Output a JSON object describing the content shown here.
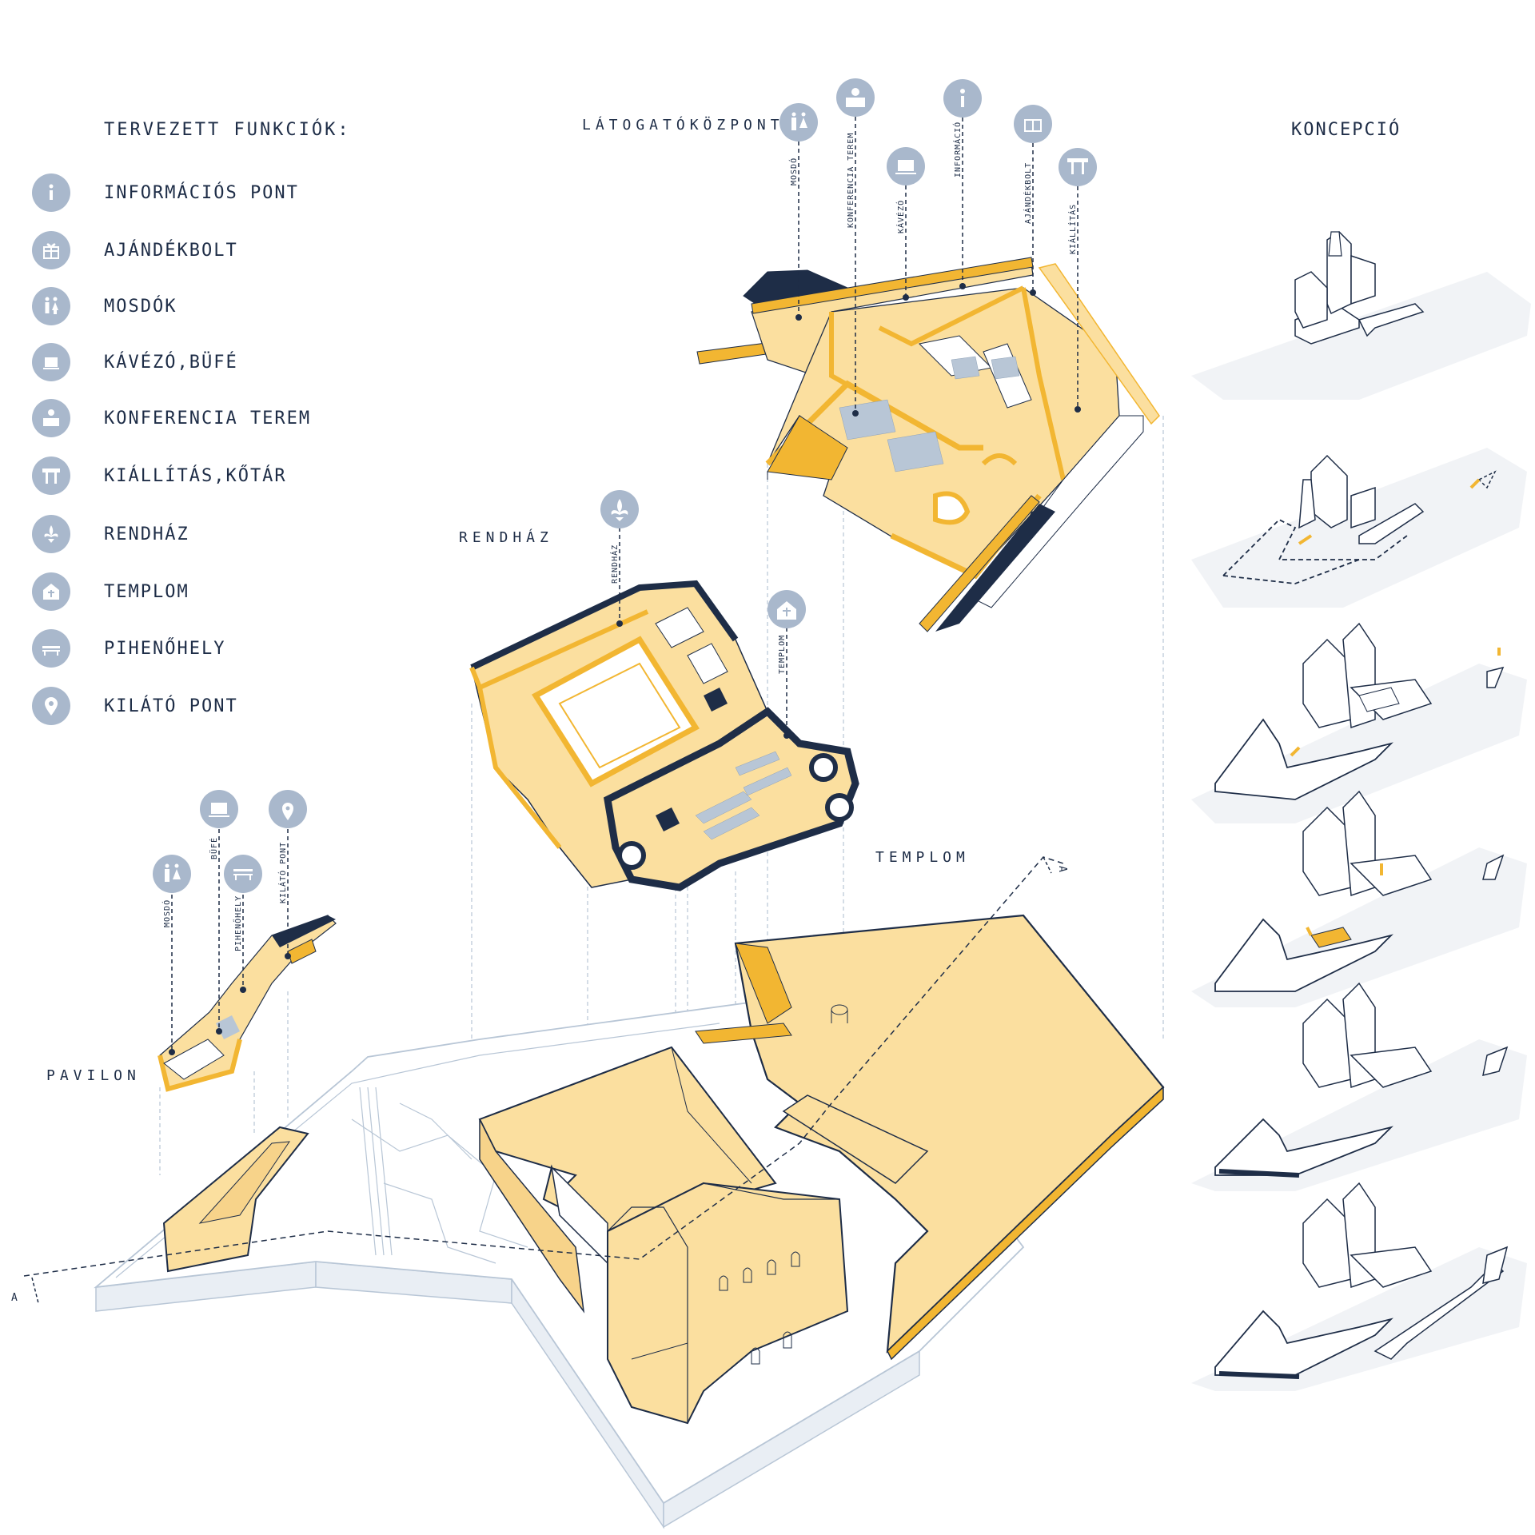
{
  "legend": {
    "title": "TERVEZETT FUNKCIÓK:",
    "items": [
      {
        "label": "INFORMÁCIÓS PONT",
        "icon": "info-icon"
      },
      {
        "label": "AJÁNDÉKBOLT",
        "icon": "gift-icon"
      },
      {
        "label": "MOSDÓK",
        "icon": "restroom-icon"
      },
      {
        "label": "KÁVÉZÓ,BÜFÉ",
        "icon": "coffee-icon"
      },
      {
        "label": "KONFERENCIA TEREM",
        "icon": "conference-icon"
      },
      {
        "label": "KIÁLLÍTÁS,KŐTÁR",
        "icon": "exhibition-icon"
      },
      {
        "label": "RENDHÁZ",
        "icon": "fleur-de-lis-icon"
      },
      {
        "label": "TEMPLOM",
        "icon": "church-icon"
      },
      {
        "label": "PIHENŐHELY",
        "icon": "bench-icon"
      },
      {
        "label": "KILÁTÓ PONT",
        "icon": "location-pin-icon"
      }
    ]
  },
  "sections": {
    "latogatokozpont": "LÁTOGATÓKÖZPONT",
    "rendhaz": "RENDHÁZ",
    "templom": "TEMPLOM",
    "pavilon": "PAVILON",
    "koncepcio": "KONCEPCIÓ"
  },
  "visitor_center_pins": {
    "mosdo": "MOSDÓ",
    "konferencia": "KONFERENCIA TEREM",
    "kavezo": "KÁVÉZÓ",
    "informacio": "INFORMÁCIÓ",
    "ajandekbolt": "AJÁNDÉKBOLT",
    "kiallitas": "KIÁLLÍTÁS"
  },
  "rendhaz_pins": {
    "rendhaz": "RENDHÁZ",
    "templom": "TEMPLOM"
  },
  "pavilon_pins": {
    "mosdo": "MOSDÓ",
    "bufe": "BÜFÉ",
    "pihenohely": "PIHENŐHELY",
    "kilato": "KILÁTÓ PONT"
  },
  "section_marker": "A",
  "colors": {
    "accent": "#f2b632",
    "fill_light": "#fbdf9f",
    "navy": "#1e2d47",
    "icon_bg": "#a9b8cc",
    "line_grey": "#b8c6d6"
  }
}
